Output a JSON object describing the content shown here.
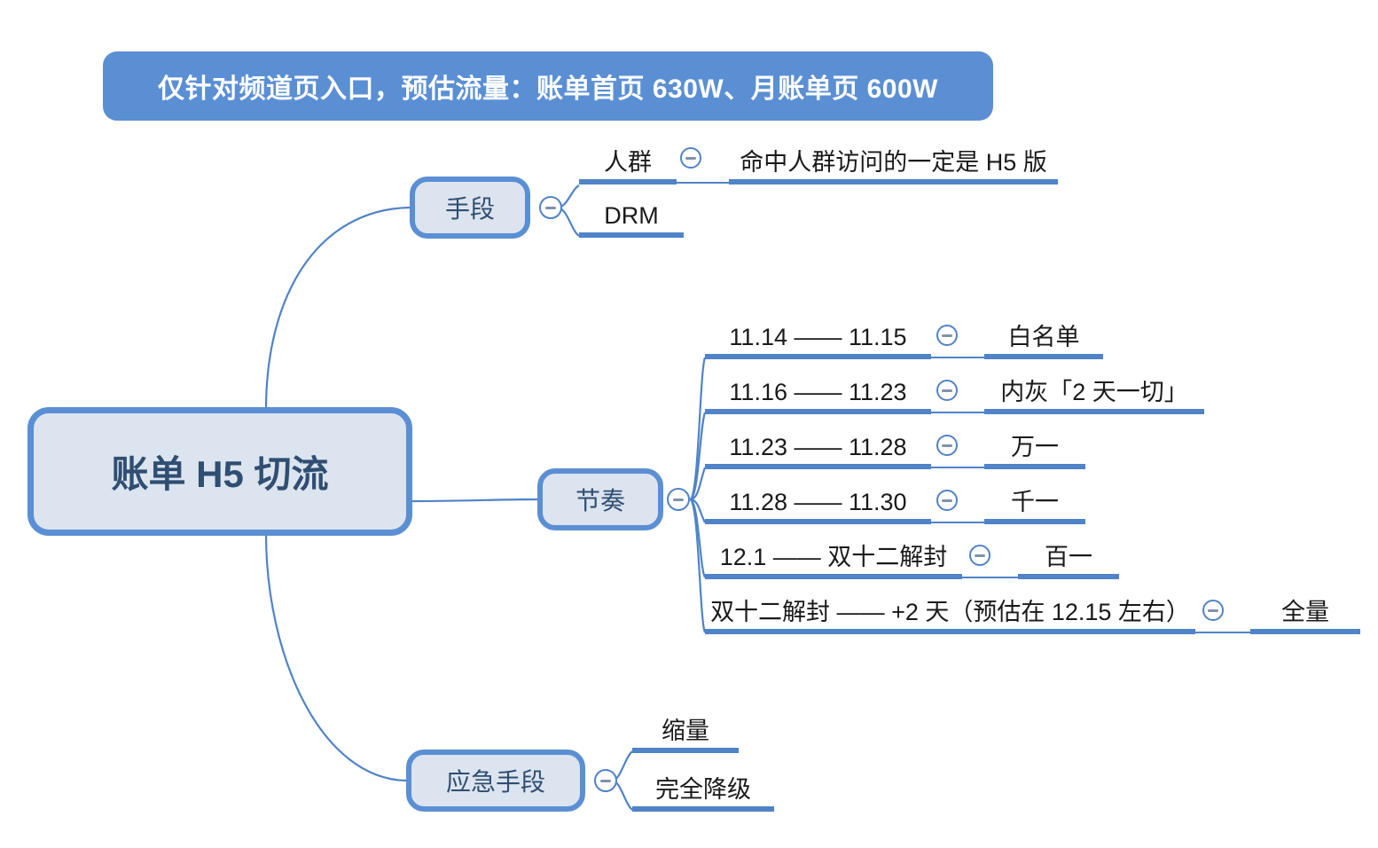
{
  "banner": {
    "text": "仅针对频道页入口，预估流量：账单首页 630W、月账单页 600W",
    "color": "#5b8fd4"
  },
  "mindmap": {
    "root": {
      "label": "账单 H5 切流"
    },
    "colors": {
      "node_fill": "#dce4ef",
      "node_border": "#5b8fd4",
      "underline": "#5083c7",
      "text": "#1a1a1a",
      "root_text": "#2f4e72"
    },
    "branches": [
      {
        "label": "手段",
        "toggle": "collapse-toggle-minus",
        "children": [
          {
            "label": "人群",
            "toggle": "collapse-toggle-minus",
            "children": [
              {
                "label": "命中人群访问的一定是 H5 版"
              }
            ]
          },
          {
            "label": "DRM",
            "children": []
          }
        ]
      },
      {
        "label": "节奏",
        "toggle": "collapse-toggle-minus",
        "children": [
          {
            "label": "11.14 —— 11.15",
            "toggle": "collapse-toggle-minus",
            "children": [
              {
                "label": "白名单"
              }
            ]
          },
          {
            "label": "11.16 —— 11.23",
            "toggle": "collapse-toggle-minus",
            "children": [
              {
                "label": "内灰「2 天一切」"
              }
            ]
          },
          {
            "label": "11.23 —— 11.28",
            "toggle": "collapse-toggle-minus",
            "children": [
              {
                "label": "万一"
              }
            ]
          },
          {
            "label": "11.28 —— 11.30",
            "toggle": "collapse-toggle-minus",
            "children": [
              {
                "label": "千一"
              }
            ]
          },
          {
            "label": "12.1 —— 双十二解封",
            "toggle": "collapse-toggle-minus",
            "children": [
              {
                "label": "百一"
              }
            ]
          },
          {
            "label": "双十二解封 —— +2 天（预估在 12.15 左右）",
            "toggle": "collapse-toggle-minus",
            "children": [
              {
                "label": "全量"
              }
            ]
          }
        ]
      },
      {
        "label": "应急手段",
        "toggle": "collapse-toggle-minus",
        "children": [
          {
            "label": "缩量",
            "children": []
          },
          {
            "label": "完全降级",
            "children": []
          }
        ]
      }
    ]
  }
}
